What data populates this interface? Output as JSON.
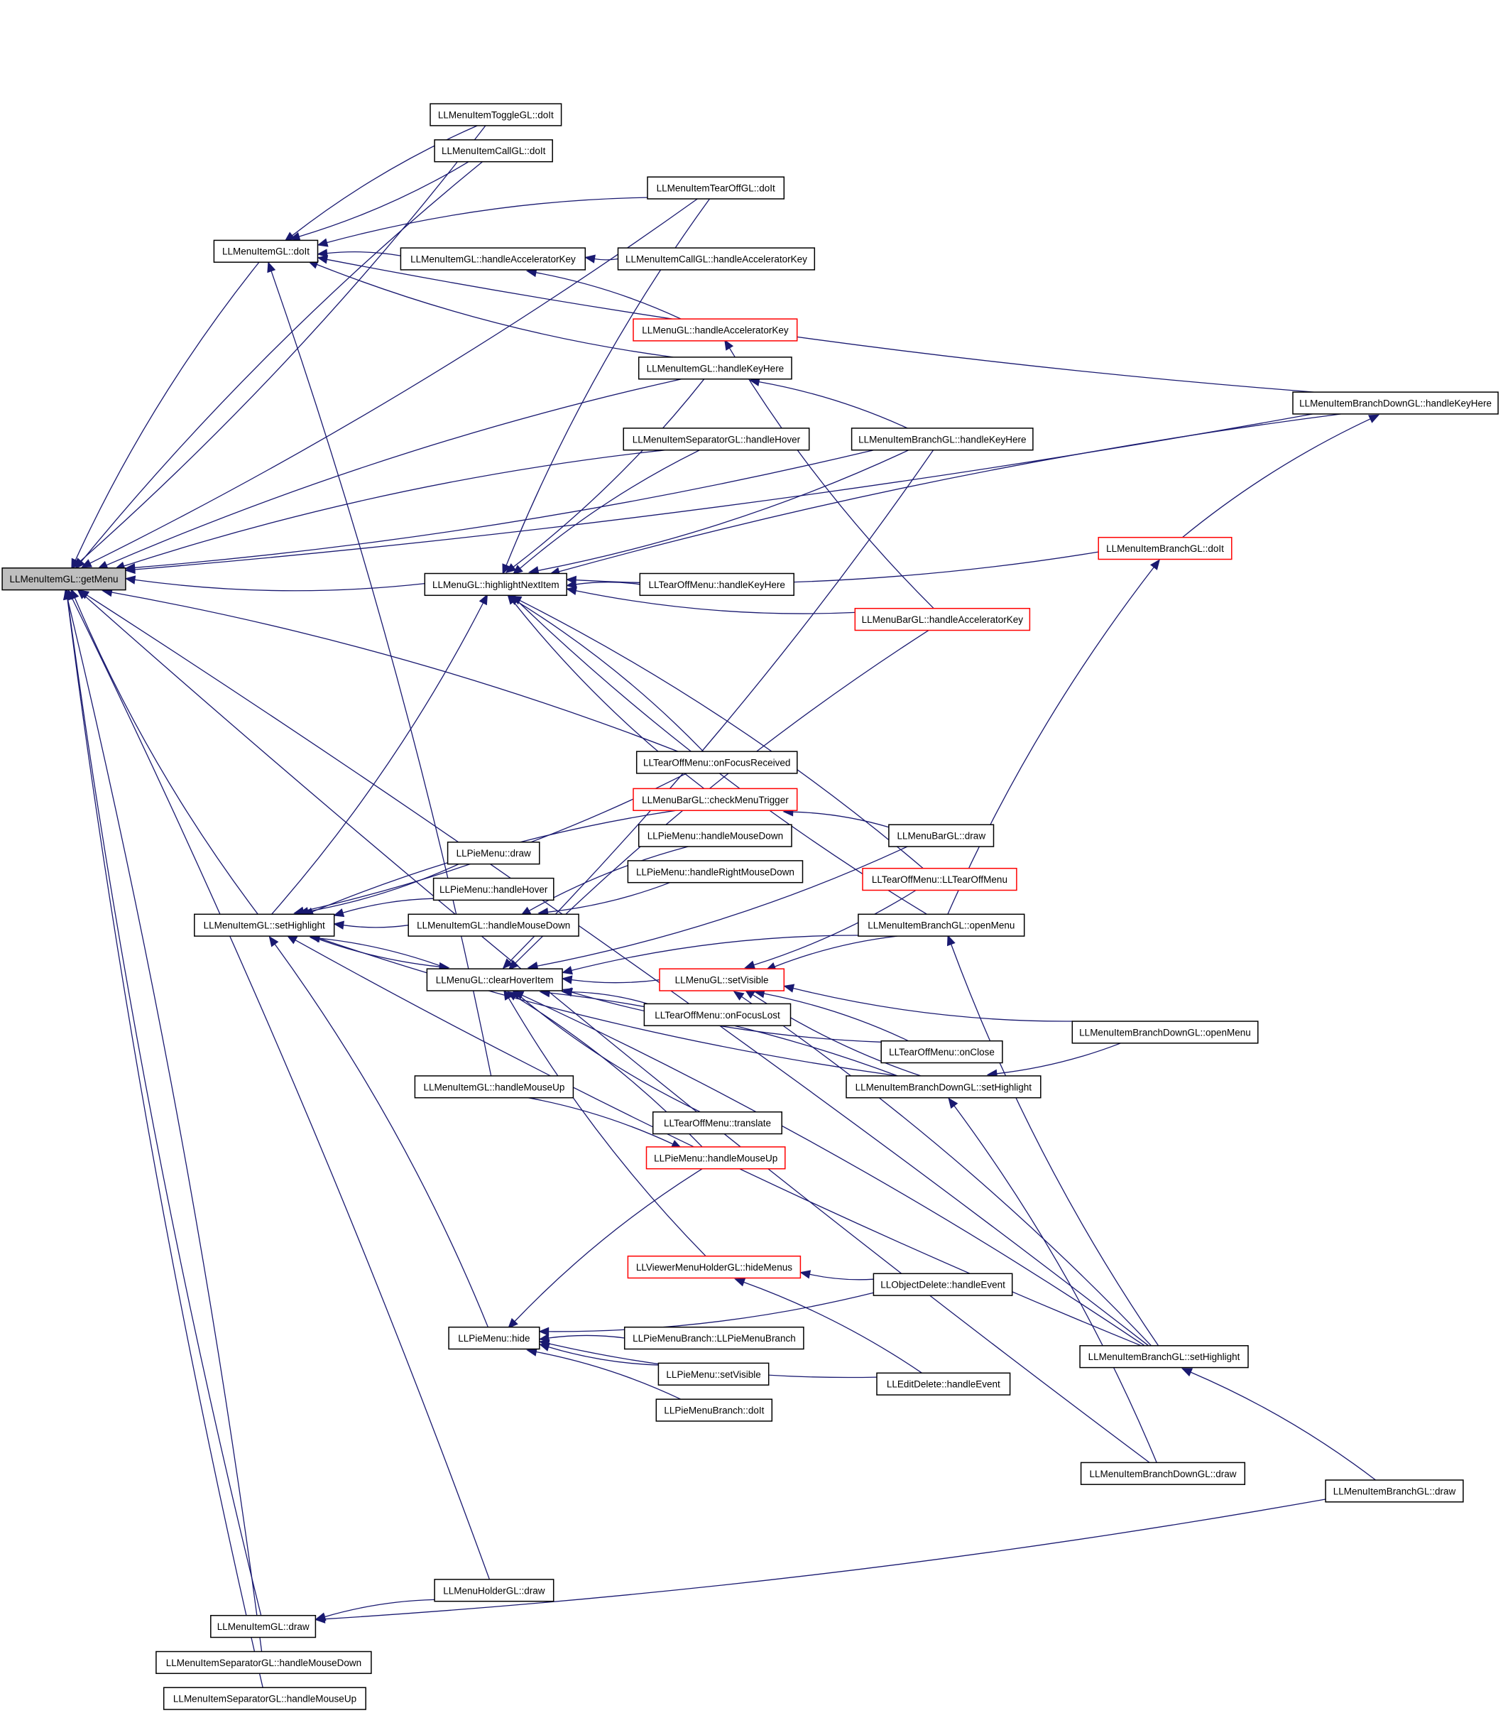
{
  "colors": {
    "edge": "#191970",
    "node_border": "#000000",
    "truncated_border": "#ff0000",
    "focus_fill": "#bfbfbf",
    "background": "#ffffff"
  },
  "nodes": [
    {
      "id": "getMenu",
      "label": "LLMenuItemGL::getMenu",
      "style": "focus"
    },
    {
      "id": "toggleDoIt",
      "label": "LLMenuItemToggleGL::doIt",
      "style": "normal"
    },
    {
      "id": "callDoIt",
      "label": "LLMenuItemCallGL::doIt",
      "style": "normal"
    },
    {
      "id": "tearOffDoIt",
      "label": "LLMenuItemTearOffGL::doIt",
      "style": "normal"
    },
    {
      "id": "itemDoIt",
      "label": "LLMenuItemGL::doIt",
      "style": "normal"
    },
    {
      "id": "itemHandleAccel",
      "label": "LLMenuItemGL::handleAcceleratorKey",
      "style": "normal"
    },
    {
      "id": "callHandleAccel",
      "label": "LLMenuItemCallGL::handleAcceleratorKey",
      "style": "normal"
    },
    {
      "id": "menuHandleAccel",
      "label": "LLMenuGL::handleAcceleratorKey",
      "style": "red"
    },
    {
      "id": "itemHandleKeyHere",
      "label": "LLMenuItemGL::handleKeyHere",
      "style": "normal"
    },
    {
      "id": "branchDownHandleKeyHere",
      "label": "LLMenuItemBranchDownGL::handleKeyHere",
      "style": "normal"
    },
    {
      "id": "sepHandleHover",
      "label": "LLMenuItemSeparatorGL::handleHover",
      "style": "normal"
    },
    {
      "id": "branchHandleKeyHere",
      "label": "LLMenuItemBranchGL::handleKeyHere",
      "style": "normal"
    },
    {
      "id": "branchDoIt",
      "label": "LLMenuItemBranchGL::doIt",
      "style": "red"
    },
    {
      "id": "highlightNext",
      "label": "LLMenuGL::highlightNextItem",
      "style": "normal"
    },
    {
      "id": "tearHandleKeyHere",
      "label": "LLTearOffMenu::handleKeyHere",
      "style": "normal"
    },
    {
      "id": "barHandleAccel",
      "label": "LLMenuBarGL::handleAcceleratorKey",
      "style": "red"
    },
    {
      "id": "tearOnFocusRecv",
      "label": "LLTearOffMenu::onFocusReceived",
      "style": "normal"
    },
    {
      "id": "barCheckTrigger",
      "label": "LLMenuBarGL::checkMenuTrigger",
      "style": "red"
    },
    {
      "id": "pieHandleMouseDown",
      "label": "LLPieMenu::handleMouseDown",
      "style": "normal"
    },
    {
      "id": "barDraw",
      "label": "LLMenuBarGL::draw",
      "style": "normal"
    },
    {
      "id": "pieDraw",
      "label": "LLPieMenu::draw",
      "style": "normal"
    },
    {
      "id": "pieHandleRightMouseDown",
      "label": "LLPieMenu::handleRightMouseDown",
      "style": "normal"
    },
    {
      "id": "tearCtor",
      "label": "LLTearOffMenu::LLTearOffMenu",
      "style": "red"
    },
    {
      "id": "pieHandleHover",
      "label": "LLPieMenu::handleHover",
      "style": "normal"
    },
    {
      "id": "itemSetHighlight",
      "label": "LLMenuItemGL::setHighlight",
      "style": "normal"
    },
    {
      "id": "itemHandleMouseDown",
      "label": "LLMenuItemGL::handleMouseDown",
      "style": "normal"
    },
    {
      "id": "branchOpenMenu",
      "label": "LLMenuItemBranchGL::openMenu",
      "style": "normal"
    },
    {
      "id": "clearHover",
      "label": "LLMenuGL::clearHoverItem",
      "style": "normal"
    },
    {
      "id": "menuSetVisible",
      "label": "LLMenuGL::setVisible",
      "style": "red"
    },
    {
      "id": "tearOnFocusLost",
      "label": "LLTearOffMenu::onFocusLost",
      "style": "normal"
    },
    {
      "id": "branchDownOpenMenu",
      "label": "LLMenuItemBranchDownGL::openMenu",
      "style": "normal"
    },
    {
      "id": "tearOnClose",
      "label": "LLTearOffMenu::onClose",
      "style": "normal"
    },
    {
      "id": "itemHandleMouseUp",
      "label": "LLMenuItemGL::handleMouseUp",
      "style": "normal"
    },
    {
      "id": "branchDownSetHighlight",
      "label": "LLMenuItemBranchDownGL::setHighlight",
      "style": "normal"
    },
    {
      "id": "tearTranslate",
      "label": "LLTearOffMenu::translate",
      "style": "normal"
    },
    {
      "id": "pieHandleMouseUp",
      "label": "LLPieMenu::handleMouseUp",
      "style": "red"
    },
    {
      "id": "viewerHideMenus",
      "label": "LLViewerMenuHolderGL::hideMenus",
      "style": "red"
    },
    {
      "id": "objDeleteHandleEvent",
      "label": "LLObjectDelete::handleEvent",
      "style": "normal"
    },
    {
      "id": "pieHide",
      "label": "LLPieMenu::hide",
      "style": "normal"
    },
    {
      "id": "pieBranchCtor",
      "label": "LLPieMenuBranch::LLPieMenuBranch",
      "style": "normal"
    },
    {
      "id": "branchSetHighlight",
      "label": "LLMenuItemBranchGL::setHighlight",
      "style": "normal"
    },
    {
      "id": "pieSetVisible",
      "label": "LLPieMenu::setVisible",
      "style": "normal"
    },
    {
      "id": "editDeleteHandleEvent",
      "label": "LLEditDelete::handleEvent",
      "style": "normal"
    },
    {
      "id": "pieBranchDoIt",
      "label": "LLPieMenuBranch::doIt",
      "style": "normal"
    },
    {
      "id": "branchDownDraw",
      "label": "LLMenuItemBranchDownGL::draw",
      "style": "normal"
    },
    {
      "id": "branchDraw",
      "label": "LLMenuItemBranchGL::draw",
      "style": "normal"
    },
    {
      "id": "holderDraw",
      "label": "LLMenuHolderGL::draw",
      "style": "normal"
    },
    {
      "id": "itemDraw",
      "label": "LLMenuItemGL::draw",
      "style": "normal"
    },
    {
      "id": "sepHandleMouseDown",
      "label": "LLMenuItemSeparatorGL::handleMouseDown",
      "style": "normal"
    },
    {
      "id": "sepHandleMouseUp",
      "label": "LLMenuItemSeparatorGL::handleMouseUp",
      "style": "normal"
    }
  ],
  "edges": [
    [
      "toggleDoIt",
      "getMenu"
    ],
    [
      "callDoIt",
      "getMenu"
    ],
    [
      "tearOffDoIt",
      "getMenu"
    ],
    [
      "itemDoIt",
      "getMenu"
    ],
    [
      "branchDownHandleKeyHere",
      "getMenu"
    ],
    [
      "itemHandleKeyHere",
      "getMenu"
    ],
    [
      "branchHandleKeyHere",
      "getMenu"
    ],
    [
      "sepHandleHover",
      "getMenu"
    ],
    [
      "highlightNext",
      "getMenu"
    ],
    [
      "tearOnFocusRecv",
      "getMenu"
    ],
    [
      "itemSetHighlight",
      "getMenu"
    ],
    [
      "branchSetHighlight",
      "getMenu"
    ],
    [
      "branchDownDraw",
      "getMenu"
    ],
    [
      "holderDraw",
      "getMenu"
    ],
    [
      "itemDraw",
      "getMenu"
    ],
    [
      "sepHandleMouseDown",
      "getMenu"
    ],
    [
      "sepHandleMouseUp",
      "getMenu"
    ],
    [
      "toggleDoIt",
      "itemDoIt"
    ],
    [
      "callDoIt",
      "itemDoIt"
    ],
    [
      "tearOffDoIt",
      "itemDoIt"
    ],
    [
      "branchDownHandleKeyHere",
      "itemDoIt"
    ],
    [
      "itemHandleAccel",
      "itemDoIt"
    ],
    [
      "itemHandleKeyHere",
      "itemDoIt"
    ],
    [
      "itemHandleMouseUp",
      "itemDoIt"
    ],
    [
      "callHandleAccel",
      "itemHandleAccel"
    ],
    [
      "menuHandleAccel",
      "itemHandleAccel"
    ],
    [
      "barHandleAccel",
      "menuHandleAccel"
    ],
    [
      "branchHandleKeyHere",
      "itemHandleKeyHere"
    ],
    [
      "branchDoIt",
      "branchDownHandleKeyHere"
    ],
    [
      "tearOffDoIt",
      "highlightNext"
    ],
    [
      "itemHandleKeyHere",
      "highlightNext"
    ],
    [
      "sepHandleHover",
      "highlightNext"
    ],
    [
      "branchHandleKeyHere",
      "highlightNext"
    ],
    [
      "branchDownHandleKeyHere",
      "highlightNext"
    ],
    [
      "branchDoIt",
      "highlightNext"
    ],
    [
      "tearHandleKeyHere",
      "highlightNext"
    ],
    [
      "barHandleAccel",
      "highlightNext"
    ],
    [
      "tearOnFocusRecv",
      "highlightNext"
    ],
    [
      "barCheckTrigger",
      "highlightNext"
    ],
    [
      "tearCtor",
      "highlightNext"
    ],
    [
      "branchOpenMenu",
      "highlightNext"
    ],
    [
      "itemSetHighlight",
      "highlightNext"
    ],
    [
      "branchOpenMenu",
      "branchDoIt"
    ],
    [
      "barDraw",
      "barCheckTrigger"
    ],
    [
      "tearOnFocusRecv",
      "itemSetHighlight"
    ],
    [
      "barCheckTrigger",
      "itemSetHighlight"
    ],
    [
      "pieDraw",
      "itemSetHighlight"
    ],
    [
      "pieHandleHover",
      "itemSetHighlight"
    ],
    [
      "itemHandleMouseDown",
      "itemSetHighlight"
    ],
    [
      "clearHover",
      "itemSetHighlight"
    ],
    [
      "branchDownSetHighlight",
      "itemSetHighlight"
    ],
    [
      "pieHide",
      "itemSetHighlight"
    ],
    [
      "branchSetHighlight",
      "itemSetHighlight"
    ],
    [
      "pieHandleMouseDown",
      "itemHandleMouseDown"
    ],
    [
      "pieHandleRightMouseDown",
      "itemHandleMouseDown"
    ],
    [
      "itemSetHighlight",
      "clearHover"
    ],
    [
      "branchHandleKeyHere",
      "clearHover"
    ],
    [
      "barHandleAccel",
      "clearHover"
    ],
    [
      "barDraw",
      "clearHover"
    ],
    [
      "branchOpenMenu",
      "clearHover"
    ],
    [
      "menuSetVisible",
      "clearHover"
    ],
    [
      "tearOnFocusLost",
      "clearHover"
    ],
    [
      "tearOnClose",
      "clearHover"
    ],
    [
      "branchDownSetHighlight",
      "clearHover"
    ],
    [
      "tearTranslate",
      "clearHover"
    ],
    [
      "pieHandleMouseUp",
      "clearHover"
    ],
    [
      "viewerHideMenus",
      "clearHover"
    ],
    [
      "branchSetHighlight",
      "clearHover"
    ],
    [
      "tearCtor",
      "menuSetVisible"
    ],
    [
      "branchOpenMenu",
      "menuSetVisible"
    ],
    [
      "branchDownOpenMenu",
      "menuSetVisible"
    ],
    [
      "tearOnClose",
      "menuSetVisible"
    ],
    [
      "branchDownSetHighlight",
      "menuSetVisible"
    ],
    [
      "branchSetHighlight",
      "menuSetVisible"
    ],
    [
      "branchDownOpenMenu",
      "branchDownSetHighlight"
    ],
    [
      "branchDownDraw",
      "branchDownSetHighlight"
    ],
    [
      "branchSetHighlight",
      "branchOpenMenu"
    ],
    [
      "branchDraw",
      "branchSetHighlight"
    ],
    [
      "branchDraw",
      "itemDraw"
    ],
    [
      "holderDraw",
      "itemDraw"
    ],
    [
      "itemHandleMouseUp",
      "pieHandleMouseUp"
    ],
    [
      "pieHandleMouseUp",
      "pieHide"
    ],
    [
      "objDeleteHandleEvent",
      "viewerHideMenus"
    ],
    [
      "editDeleteHandleEvent",
      "viewerHideMenus"
    ],
    [
      "objDeleteHandleEvent",
      "pieHide"
    ],
    [
      "pieBranchCtor",
      "pieHide"
    ],
    [
      "pieSetVisible",
      "pieHide"
    ],
    [
      "pieBranchDoIt",
      "pieHide"
    ],
    [
      "editDeleteHandleEvent",
      "pieHide"
    ]
  ]
}
